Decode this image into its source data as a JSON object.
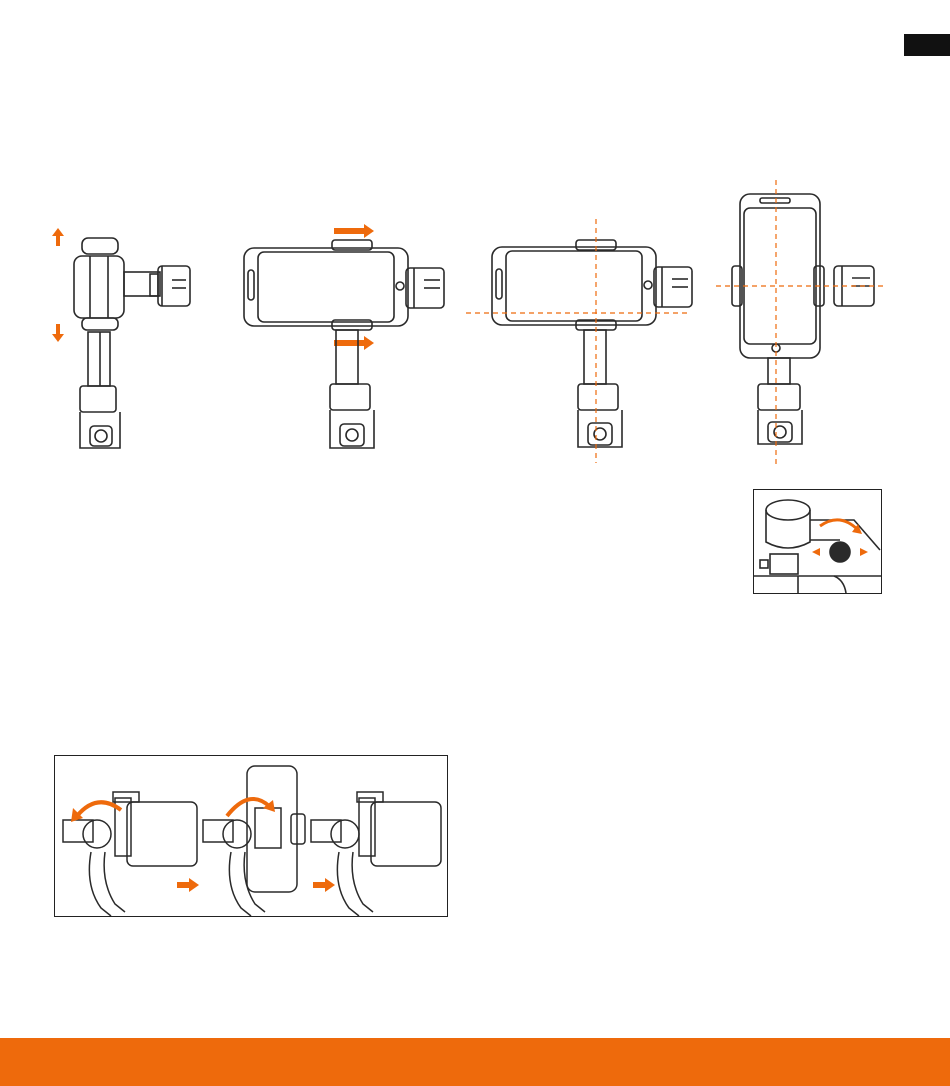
{
  "page": {
    "accent_color": "#ee6a0c",
    "line_color": "#2a2a2a",
    "language_tab_color": "#111111"
  },
  "figures": {
    "step1": {
      "icon": "gimbal-clamp-extend-diagram"
    },
    "step2": {
      "icon": "phone-mount-landscape-diagram"
    },
    "step3": {
      "icon": "phone-balance-landscape-diagram"
    },
    "step4": {
      "icon": "phone-balance-portrait-diagram"
    },
    "detail": {
      "icon": "roll-axis-lock-detail"
    },
    "rotation": {
      "icon": "portrait-landscape-rotation-sequence"
    }
  }
}
